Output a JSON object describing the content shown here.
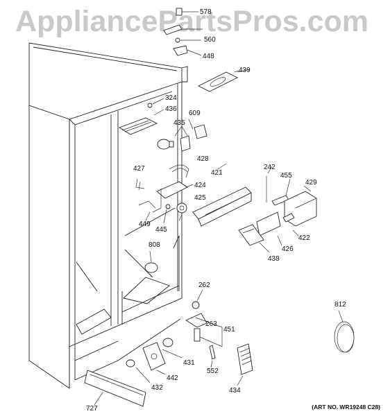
{
  "watermark": "AppliancePartsPros.com",
  "art_number": "(ART NO. WR19248 C28)",
  "callouts": [
    "578",
    "560",
    "448",
    "439",
    "324",
    "436",
    "609",
    "435",
    "428",
    "427",
    "421",
    "242",
    "455",
    "429",
    "424",
    "425",
    "449",
    "445",
    "422",
    "426",
    "438",
    "808",
    "262",
    "812",
    "263",
    "451",
    "431",
    "442",
    "552",
    "432",
    "434",
    "727"
  ]
}
